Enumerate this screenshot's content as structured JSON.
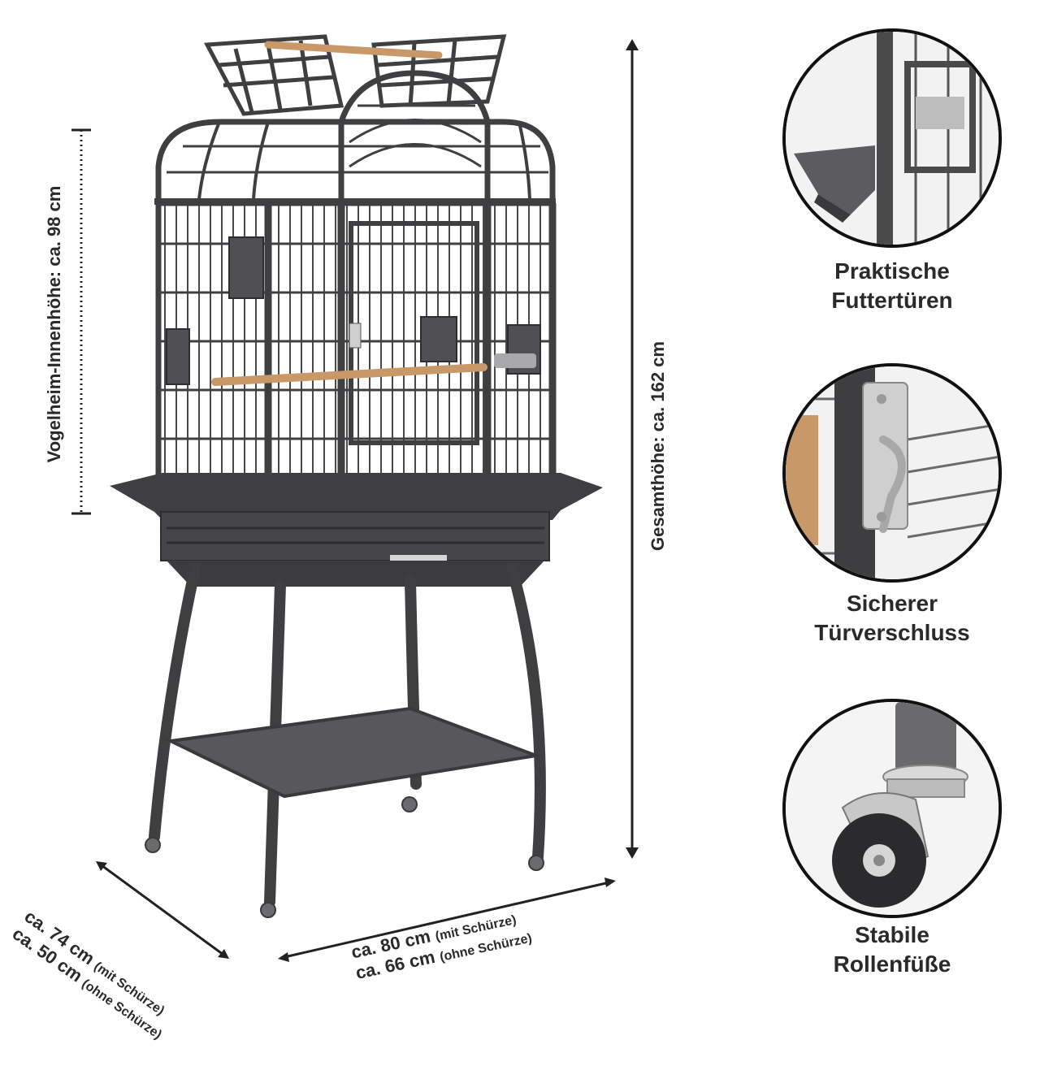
{
  "dimensions": {
    "inner_height": "Vogelheim-Innenhöhe: ca. 98 cm",
    "total_height": "Gesamthöhe: ca. 162 cm",
    "depth_with_apron_value": "ca. 74 cm",
    "depth_with_apron_note": "(mit Schürze)",
    "depth_without_apron_value": "ca. 50 cm",
    "depth_without_apron_note": "(ohne Schürze)",
    "width_with_apron_value": "ca. 80 cm",
    "width_with_apron_note": "(mit Schürze)",
    "width_without_apron_value": "ca. 66 cm",
    "width_without_apron_note": "(ohne Schürze)"
  },
  "features": [
    {
      "line1": "Praktische",
      "line2": "Futtertüren",
      "icon": "feeding-door-icon"
    },
    {
      "line1": "Sicherer",
      "line2": "Türverschluss",
      "icon": "door-latch-icon"
    },
    {
      "line1": "Stabile",
      "line2": "Rollenfüße",
      "icon": "caster-wheel-icon"
    }
  ],
  "colors": {
    "cage_metal": "#3f3f42",
    "perch_wood": "#c89868",
    "chrome": "#c9c9c9"
  }
}
